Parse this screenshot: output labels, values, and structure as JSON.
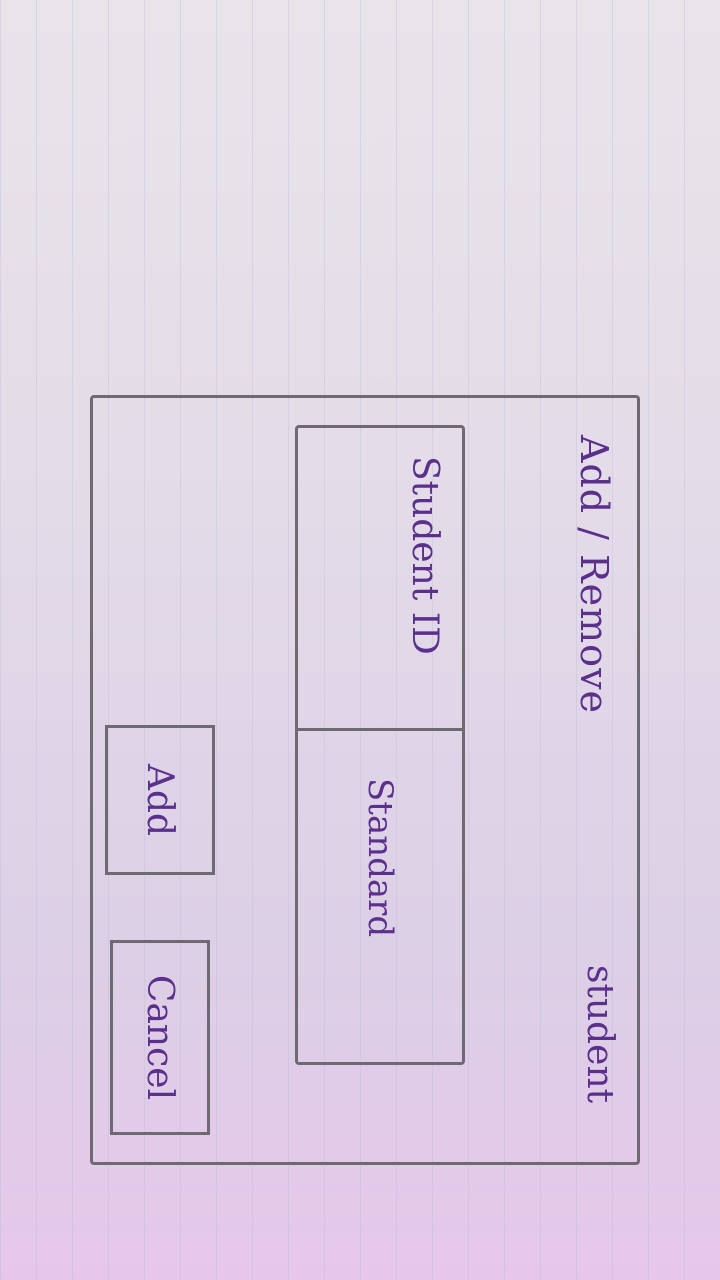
{
  "dialog": {
    "title": "Add / Remove",
    "title_target": "student"
  },
  "form": {
    "student_id_label": "Student ID",
    "student_id_placeholder": "Standard"
  },
  "buttons": {
    "add_label": "Add",
    "cancel_label": "Cancel"
  }
}
